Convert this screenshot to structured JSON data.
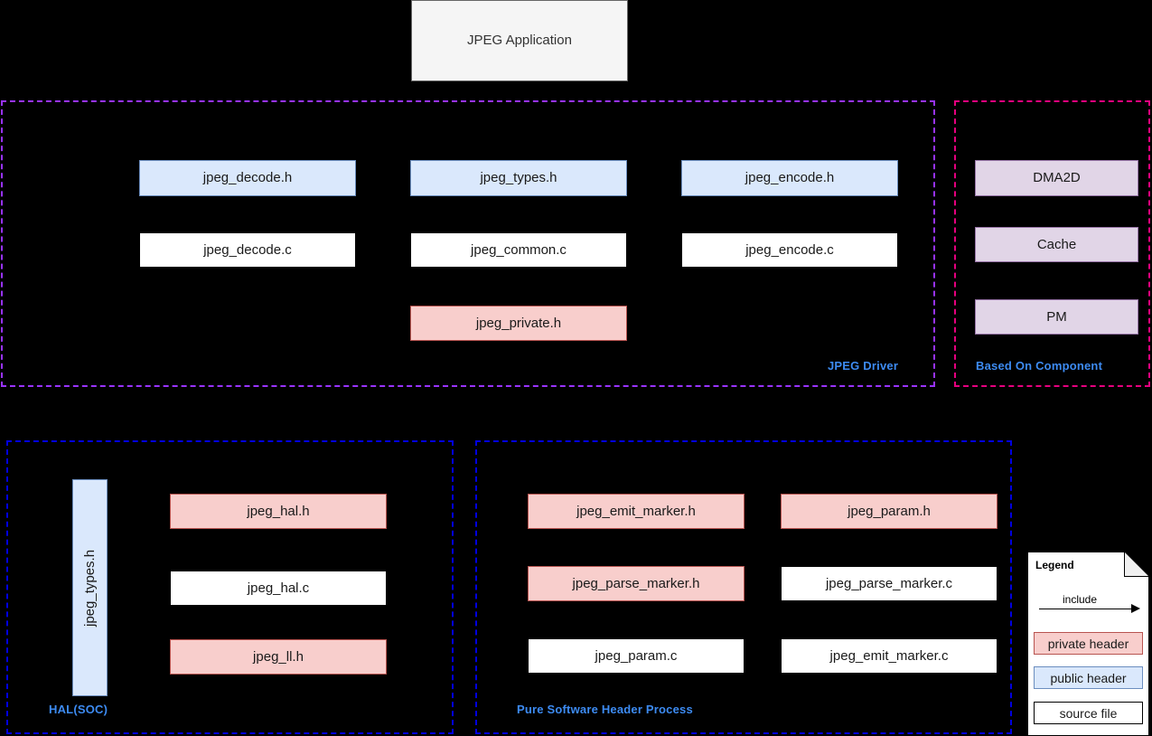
{
  "diagram": {
    "title": "JPEG Application",
    "app_node": {
      "label": "JPEG Application"
    },
    "groups": [
      {
        "id": "jpeg-driver",
        "label": "JPEG Driver",
        "border_color": "#9933ff"
      },
      {
        "id": "based-on-component",
        "label": "Based On Component",
        "border_color": "#e6007e"
      },
      {
        "id": "hal-soc",
        "label": "HAL(SOC)",
        "border_color": "#0000e0"
      },
      {
        "id": "pure-software",
        "label": "Pure Software Header Process",
        "border_color": "#0000e0"
      }
    ],
    "group_label_color": "#3d8bf2",
    "nodes": {
      "jpeg_driver": [
        {
          "label": "jpeg_decode.h",
          "kind": "public"
        },
        {
          "label": "jpeg_types.h",
          "kind": "public"
        },
        {
          "label": "jpeg_encode.h",
          "kind": "public"
        },
        {
          "label": "jpeg_decode.c",
          "kind": "source"
        },
        {
          "label": "jpeg_common.c",
          "kind": "source"
        },
        {
          "label": "jpeg_encode.c",
          "kind": "source"
        },
        {
          "label": "jpeg_private.h",
          "kind": "private"
        }
      ],
      "based_on_component": [
        {
          "label": "DMA2D",
          "kind": "component"
        },
        {
          "label": "Cache",
          "kind": "component"
        },
        {
          "label": "PM",
          "kind": "component"
        }
      ],
      "hal_soc": [
        {
          "label": "jpeg_types.h",
          "kind": "public",
          "orientation": "vertical"
        },
        {
          "label": "jpeg_hal.h",
          "kind": "private"
        },
        {
          "label": "jpeg_hal.c",
          "kind": "source"
        },
        {
          "label": "jpeg_ll.h",
          "kind": "private"
        }
      ],
      "pure_software": [
        {
          "label": "jpeg_emit_marker.h",
          "kind": "private"
        },
        {
          "label": "jpeg_param.h",
          "kind": "private"
        },
        {
          "label": "jpeg_parse_marker.h",
          "kind": "private"
        },
        {
          "label": "jpeg_parse_marker.c",
          "kind": "source"
        },
        {
          "label": "jpeg_param.c",
          "kind": "source"
        },
        {
          "label": "jpeg_emit_marker.c",
          "kind": "source"
        }
      ]
    },
    "legend": {
      "title": "Legend",
      "arrow_label": "include",
      "items": [
        {
          "label": "private header",
          "kind": "private",
          "color": "#f8cecc"
        },
        {
          "label": "public header",
          "kind": "public",
          "color": "#dae8fc"
        },
        {
          "label": "source file",
          "kind": "source",
          "color": "#ffffff"
        }
      ]
    },
    "colors": {
      "public_fill": "#dae8fc",
      "public_stroke": "#6c8ebf",
      "private_fill": "#f8cecc",
      "private_stroke": "#b85450",
      "component_fill": "#e1d5e7",
      "component_stroke": "#9673a6",
      "source_fill": "#ffffff",
      "source_stroke": "#000000",
      "app_fill": "#f5f5f5",
      "background": "#000000"
    }
  }
}
